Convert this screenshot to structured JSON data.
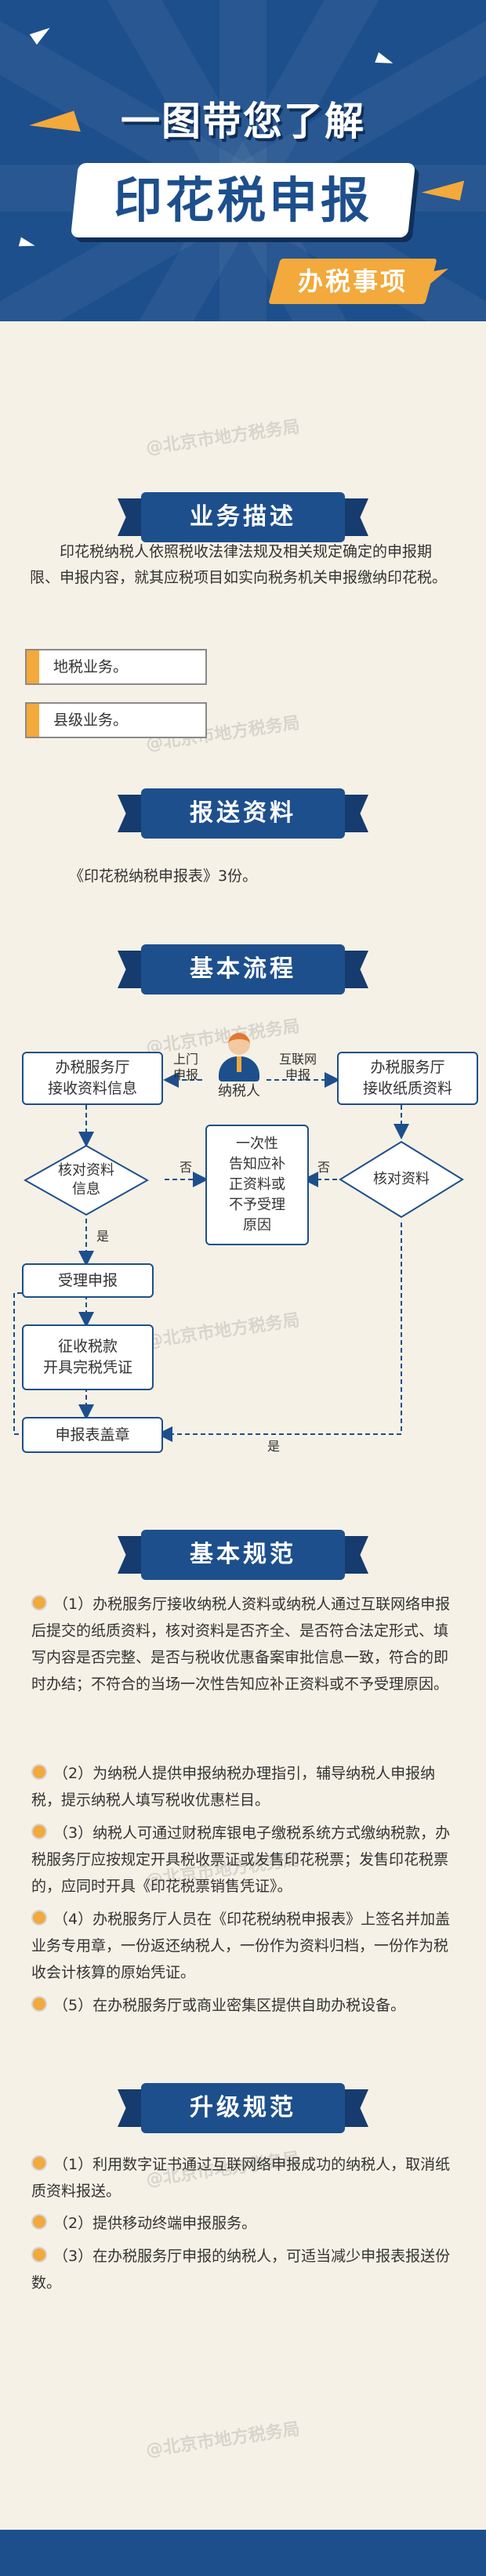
{
  "header": {
    "line1": "一图带您了解",
    "line2": "印花税申报",
    "tag": "办税事项"
  },
  "watermark": "@北京市地方税务局",
  "sections": {
    "desc_title": "业务描述",
    "materials_title": "报送资料",
    "process_title": "基本流程",
    "rules_title": "基本规范",
    "upgrade_title": "升级规范"
  },
  "description": {
    "text": "印花税纳税人依照税收法律法规及相关规定确定的申报期限、申报内容，就其应税项目如实向税务机关申报缴纳印花税。",
    "tags": [
      "地税业务。",
      "县级业务。"
    ]
  },
  "materials": {
    "text": "《印花税纳税申报表》3份。"
  },
  "flow": {
    "left_hall": "办税服务厅\n接收资料信息",
    "right_hall": "办税服务厅\n接收纸质资料",
    "taxpayer": "纳税人",
    "onsite": "上门\n申报",
    "online": "互联网\n申报",
    "check_left": "核对资料\n信息",
    "check_right": "核对资料",
    "no_left": "否",
    "no_right": "否",
    "notice": "一次性\n告知应补\n正资料或\n不予受理\n原因",
    "yes_left": "是",
    "accept": "受理申报",
    "collect": "征收税款\n开具完税凭证",
    "stamp": "申报表盖章",
    "yes_bottom": "是"
  },
  "rules": [
    "（1）办税服务厅接收纳税人资料或纳税人通过互联网络申报后提交的纸质资料，核对资料是否齐全、是否符合法定形式、填写内容是否完整、是否与税收优惠备案审批信息一致，符合的即时办结；不符合的当场一次性告知应补正资料或不予受理原因。",
    "（2）为纳税人提供申报纳税办理指引，辅导纳税人申报纳税，提示纳税人填写税收优惠栏目。",
    "（3）纳税人可通过财税库银电子缴税系统方式缴纳税款，办税服务厅应按规定开具税收票证或发售印花税票；发售印花税票的，应同时开具《印花税票销售凭证》。",
    "（4）办税服务厅人员在《印花税纳税申报表》上签名并加盖业务专用章，一份返还纳税人，一份作为资料归档，一份作为税收会计核算的原始凭证。",
    "（5）在办税服务厅或商业密集区提供自助办税设备。"
  ],
  "upgrades": [
    "（1）利用数字证书通过互联网络申报成功的纳税人，取消纸质资料报送。",
    "（2）提供移动终端申报服务。",
    "（3）在办税服务厅申报的纳税人，可适当减少申报表报送份数。"
  ],
  "colors": {
    "primary": "#1d4f8c",
    "accent": "#f3a93b",
    "background": "#f6f1e6"
  }
}
